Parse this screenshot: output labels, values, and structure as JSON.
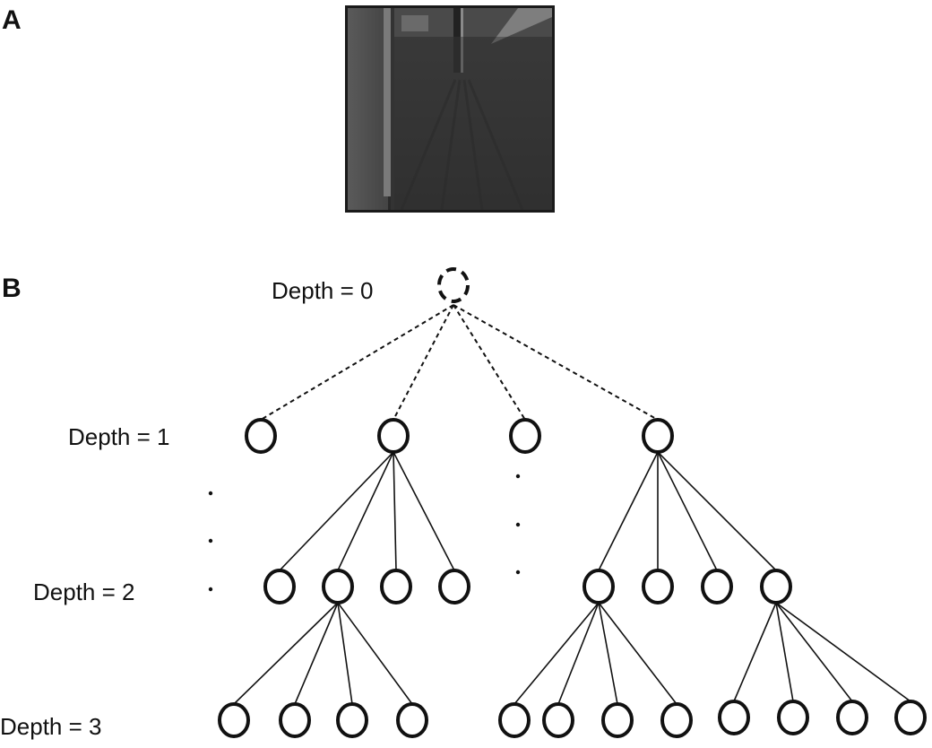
{
  "panels": {
    "a": {
      "label": "A"
    },
    "b": {
      "label": "B"
    }
  },
  "depth_labels": [
    "Depth = 0",
    "Depth = 1",
    "Depth = 2",
    "Depth = 3"
  ],
  "colors": {
    "line": "#111111",
    "node_fill": "#ffffff",
    "photo_dark": "#2e2e2e",
    "photo_light": "#8a8a8a"
  },
  "tree": {
    "root": {
      "depth": 0,
      "style": "dashed"
    },
    "depth1_node_count": 4,
    "depth1_expanded": [
      1,
      3
    ],
    "depth1_elided_after": 2,
    "depth2_expanded": [
      1,
      4,
      7
    ],
    "children_per_expanded_node": 4,
    "depth3_node_count": 12,
    "edge_style_root": "dashed",
    "edge_style_other": "solid",
    "ellipsis_columns": [
      "left",
      "middle"
    ]
  }
}
